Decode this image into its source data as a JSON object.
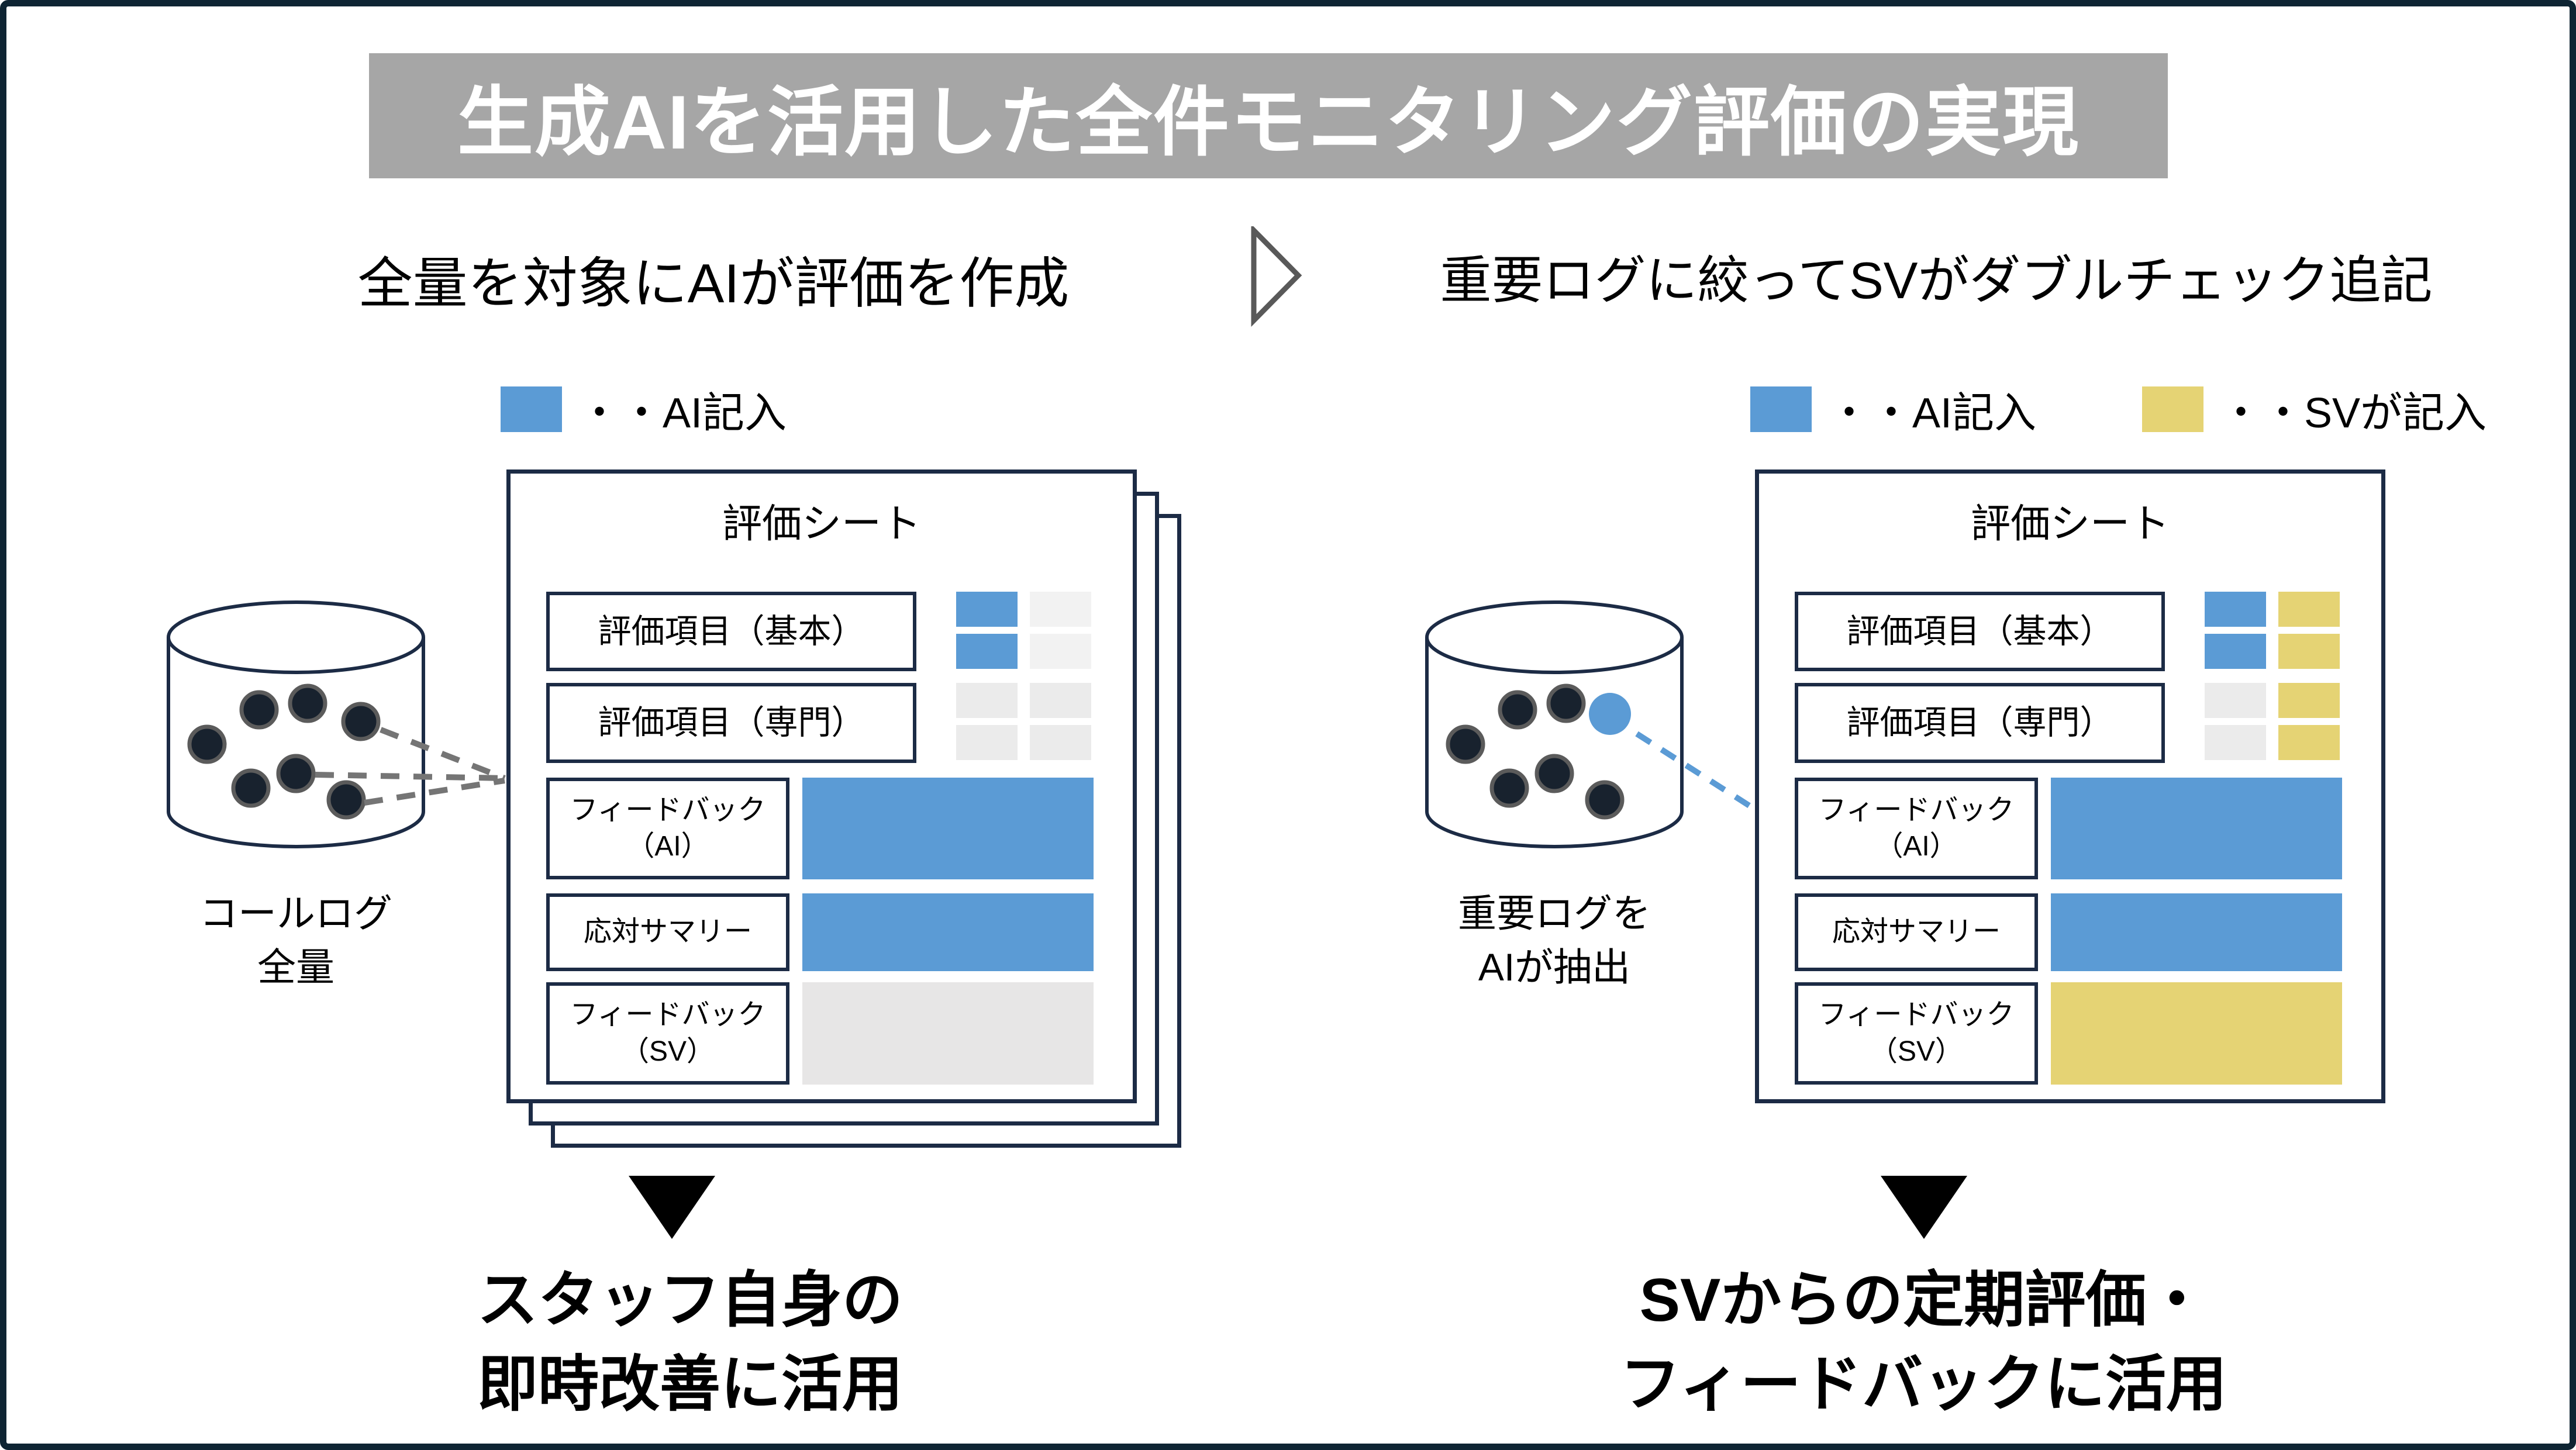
{
  "title": "生成AIを活用した全件モニタリング評価の実現",
  "colors": {
    "ai_blue": "#5b9bd5",
    "sv_yellow": "#e5d374",
    "empty_gray": "#ebebeb",
    "title_bar_gray": "#a6a6a6",
    "frame_navy": "#0e2433"
  },
  "left_panel": {
    "header": "全量を対象にAIが評価を作成",
    "legend_ai": "・・AI記入",
    "database": {
      "line1": "コールログ",
      "line2": "全量"
    },
    "sheet": {
      "title": "評価シート",
      "item_basic": "評価項目（基本）",
      "item_expert": "評価項目（専門）",
      "feedback_ai_line1": "フィードバック",
      "feedback_ai_line2": "（AI）",
      "summary": "応対サマリー",
      "feedback_sv_line1": "フィードバック",
      "feedback_sv_line2": "（SV）",
      "cells": [
        "blue",
        "gray-light",
        "blue",
        "gray-light",
        "gray",
        "gray",
        "gray",
        "gray"
      ],
      "bars": [
        "blue",
        "blue",
        "gray-bar"
      ]
    },
    "result": {
      "line1": "スタッフ自身の",
      "line2": "即時改善に活用"
    }
  },
  "right_panel": {
    "header": "重要ログに絞ってSVがダブルチェック追記",
    "legend_ai": "・・AI記入",
    "legend_sv": "・・SVが記入",
    "database": {
      "line1": "重要ログを",
      "line2": "AIが抽出"
    },
    "sheet": {
      "title": "評価シート",
      "item_basic": "評価項目（基本）",
      "item_expert": "評価項目（専門）",
      "feedback_ai_line1": "フィードバック",
      "feedback_ai_line2": "（AI）",
      "summary": "応対サマリー",
      "feedback_sv_line1": "フィードバック",
      "feedback_sv_line2": "（SV）",
      "cells": [
        "blue",
        "yellow",
        "blue",
        "yellow",
        "gray",
        "yellow",
        "gray",
        "yellow"
      ],
      "bars": [
        "blue",
        "blue",
        "yellow"
      ]
    },
    "result": {
      "line1": "SVからの定期評価・",
      "line2": "フィードバックに活用"
    }
  }
}
